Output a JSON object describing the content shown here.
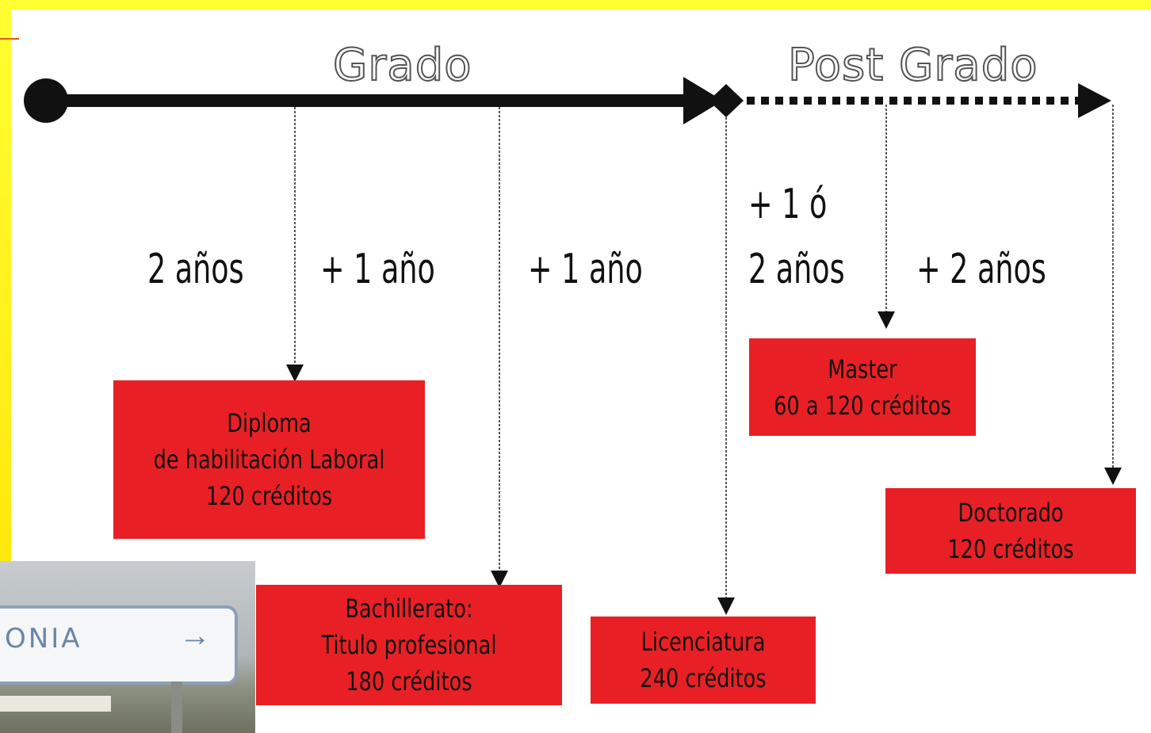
{
  "phases": {
    "grado": "Grado",
    "post_grado": "Post Grado"
  },
  "durations": {
    "d1": "2 años",
    "d2": "+ 1 año",
    "d3": "+ 1 año",
    "d4_line1": "+ 1 ó",
    "d4_line2": "2 años",
    "d5": "+ 2 años"
  },
  "boxes": {
    "diploma": {
      "line1": "Diploma",
      "line2": "de habilitación Laboral",
      "line3": "120 créditos"
    },
    "bachillerato": {
      "line1": "Bachillerato:",
      "line2": "Titulo profesional",
      "line3": "180 créditos"
    },
    "licenciatura": {
      "line1": "Licenciatura",
      "line2": "240 créditos"
    },
    "master": {
      "line1": "Master",
      "line2": "60 a 120 créditos"
    },
    "doctorado": {
      "line1": "Doctorado",
      "line2": "120 créditos"
    }
  },
  "photo": {
    "sign_text": "ONIA",
    "sign_arrow": "→"
  },
  "colors": {
    "box_red": "#e82025",
    "frame_yellow": "#ffff33",
    "line_black": "#111111"
  }
}
